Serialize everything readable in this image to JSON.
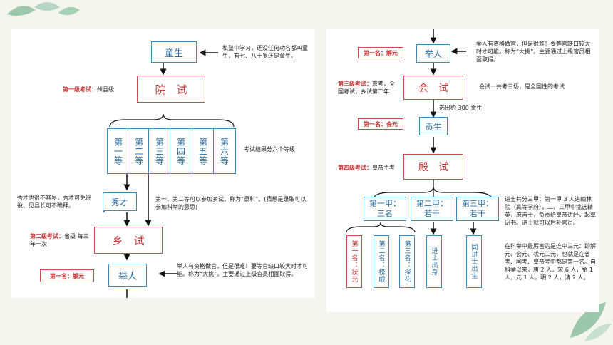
{
  "left": {
    "tongsheng": "童生",
    "tongsheng_note": "私塾中学习，还没任何功名都叫童生，有七、八十岁还是童生。",
    "yuanshi": "院　试",
    "level1_label": "第一级考试：",
    "level1_text": "州县级",
    "grades": [
      "第一等",
      "第二等",
      "第三等",
      "第四等",
      "第五等",
      "第六等"
    ],
    "grades_note": "考试结果分六个等级",
    "xiucai": "秀才",
    "xiucai_note": "秀才也很不容易，秀才可免徭役、见县长可不跪拜。",
    "grade12_note": "第一、第二等可以参加乡试，称为“录科”。(猜想是录取可以参加科举的意思)",
    "xiangshi": "乡　试",
    "level2_label": "第二级考试：",
    "level2_text": "省级 每三年一次",
    "first1_label": "第一名：解元",
    "juren": "举人",
    "juren_note": "举人有资格做官，但是很难！要等官缺口较大时才可能。称为“大挑”。主要通过上级官员相面取得。"
  },
  "right": {
    "first1_label": "第一名：解元",
    "juren": "举人",
    "juren_note": "举人有资格做官，但是很难！要等官缺口较大时才可能。称为“大挑”。主要通过上级官员相面取得。",
    "level3_label": "第三级考试：",
    "level3_text": "京考，全国考试，乡试第二年",
    "huishi": "会　试",
    "huishi_note": "会试一共考三场，是全国性的考试",
    "select_note": "选出约 300 贡生",
    "first2_label": "第一名：会元",
    "gongsheng": "贡生",
    "level4_label": "第四级考试：",
    "level4_text": "皇帝主考",
    "dianshi": "殿　试",
    "jia1": "第一甲：三名",
    "jia2": "第二甲：若干",
    "jia3": "第三甲：若干",
    "jia_note": "进士共分三甲：第一甲 3 人进翰林院（高等学府），二、三甲中挑选精英，庶吉士，负责给皇帝讲经，起草诏书。进士就可以后补官员。",
    "leaves": [
      "第一名：状元",
      "第二名：榜眼",
      "第三名：探花",
      "进士出身",
      "同进士出生"
    ],
    "sanyuan_note": "在科举中最厉害的是连中三元：即解元、会元、状元三元，也就是在省考、国考、皇帝考中都是第一名。自科举以来，唐 2 人，宋 6 人，金 1 人，元 1 人，明 2 人，清 2 人。"
  },
  "colors": {
    "blue": "#3c8dc4",
    "red": "#c83232",
    "leaf_green": "#7fb89a"
  }
}
